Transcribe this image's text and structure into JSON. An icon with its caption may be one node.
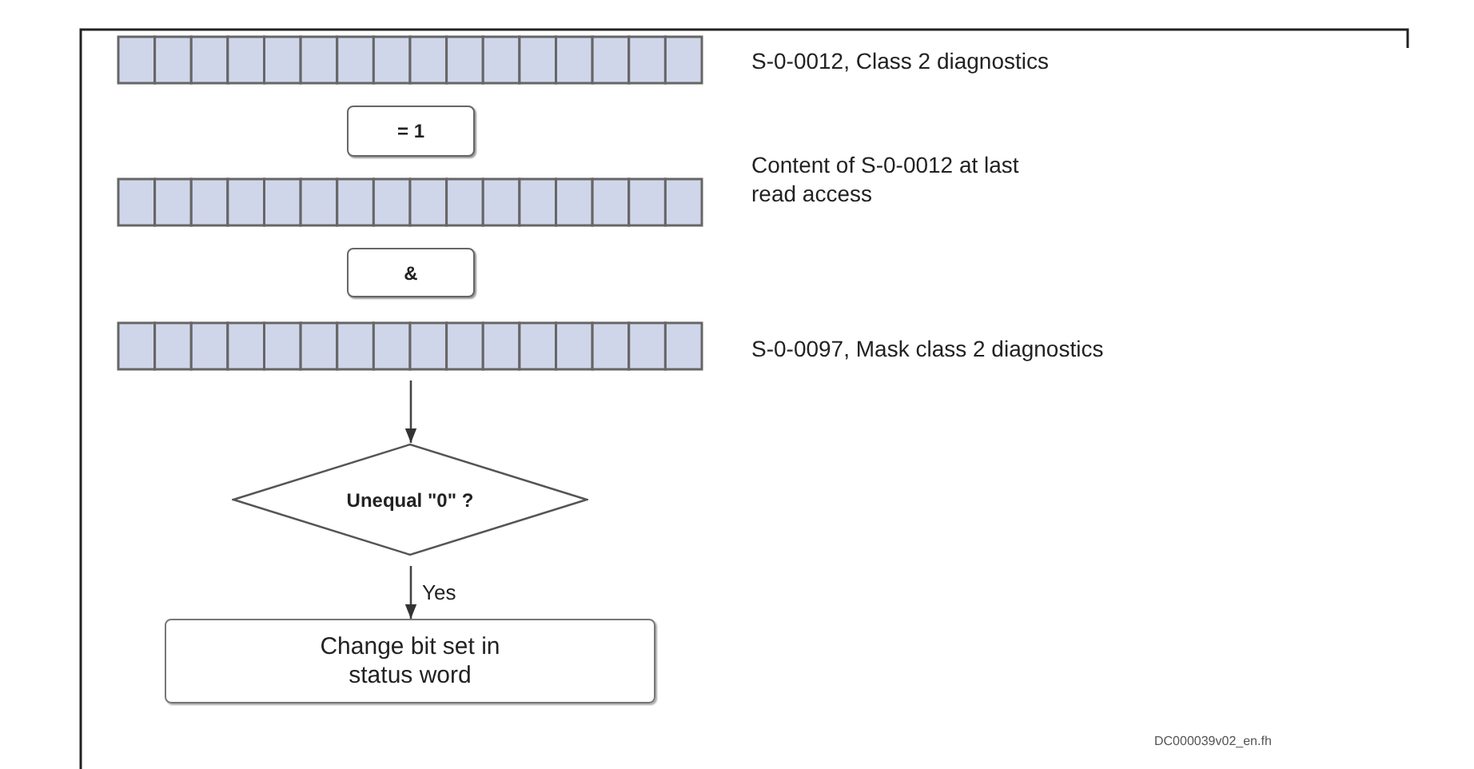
{
  "diagram": {
    "nodes": [
      {
        "text": [],
        "shape": "bar",
        "beside": [
          "S-0-0012, Class 2 diagnostics"
        ]
      },
      {
        "text": [
          "= 1"
        ]
      },
      {
        "text": [],
        "shape": "bar",
        "beside": [
          "Content of S-0-0012 at last read access"
        ]
      },
      {
        "text": [
          "&"
        ]
      },
      {
        "text": [],
        "shape": "bar",
        "beside": [
          "S-0-0097, Mask class 2 diagnostics"
        ]
      },
      {
        "text": [
          "Unequal \"0\" ?"
        ]
      },
      {
        "text": [
          "Change bit set in status word"
        ]
      }
    ],
    "edges": [
      {
        "from": 4,
        "to": 5,
        "arrow": "to"
      },
      {
        "from": 5,
        "to": 6,
        "arrow": "to",
        "label": "Yes"
      }
    ],
    "labels": [
      "DC000039v02_en.fh"
    ]
  }
}
